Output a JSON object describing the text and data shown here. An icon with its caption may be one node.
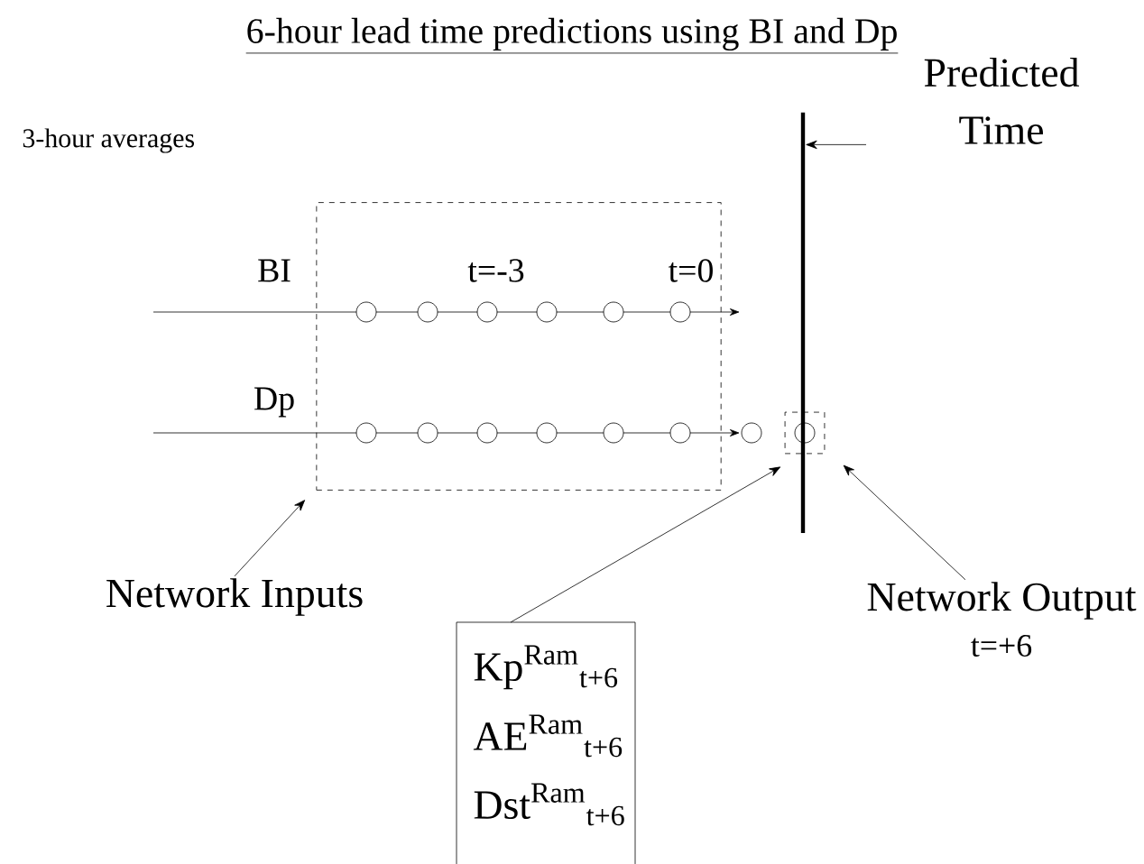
{
  "diagram": {
    "title": "6-hour lead time predictions using BI and Dp",
    "nodes": [
      {
        "text": [],
        "shape": "box"
      },
      {
        "text": [
          "Network Inputs"
        ]
      },
      {
        "text": [],
        "shape": "box"
      },
      {
        "text": [
          "Network Output"
        ],
        "beside": [
          "t=+6"
        ]
      },
      {
        "text": [
          "Predicted Time"
        ]
      },
      {
        "text": [],
        "shape": "bar"
      },
      {
        "text": [
          "Kp$^{Ram}$$_{t+6}$",
          "AE$^{Ram}$$_{t+6}$",
          "Dst$^{Ram}$$_{t+6}$"
        ]
      }
    ],
    "edges": [
      {
        "from": 1,
        "to": 0,
        "arrow": "to"
      },
      {
        "from": 3,
        "to": 2,
        "arrow": "to"
      },
      {
        "from": 4,
        "to": 5,
        "arrow": "to"
      },
      {
        "from": 6,
        "to": 2,
        "arrow": "to"
      }
    ],
    "labels": [
      "3-hour averages",
      "BI",
      "t=-3",
      "t=0",
      "Dp"
    ]
  }
}
